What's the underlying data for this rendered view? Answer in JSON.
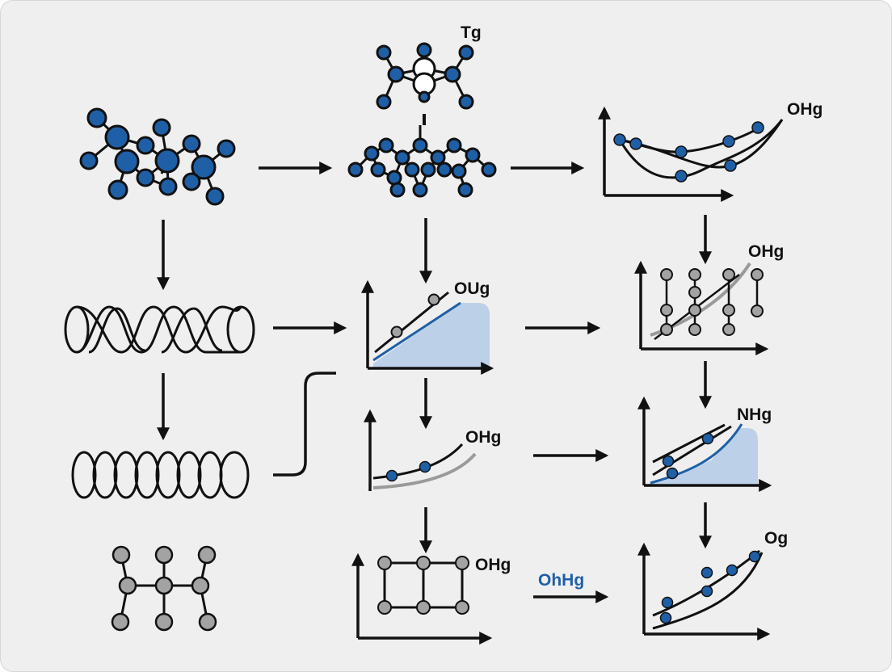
{
  "labels": {
    "tg": "Tg",
    "r1_graph": "OHg",
    "r2_mid_graph": "OUg",
    "r2_right_graph": "OHg",
    "r3_mid_graph": "OHg",
    "r3_right_graph": "NHg",
    "r4_mid_graph": "OHg",
    "r4_arrow": "OhHg",
    "r4_right_graph": "Og"
  },
  "colors": {
    "background": "#efefef",
    "ink": "#111111",
    "blue_node": "#1f5fa6",
    "gray_node": "#a3a3a3",
    "fill_area": "#bcd1e8",
    "gray_curve": "#9a9a9a"
  }
}
